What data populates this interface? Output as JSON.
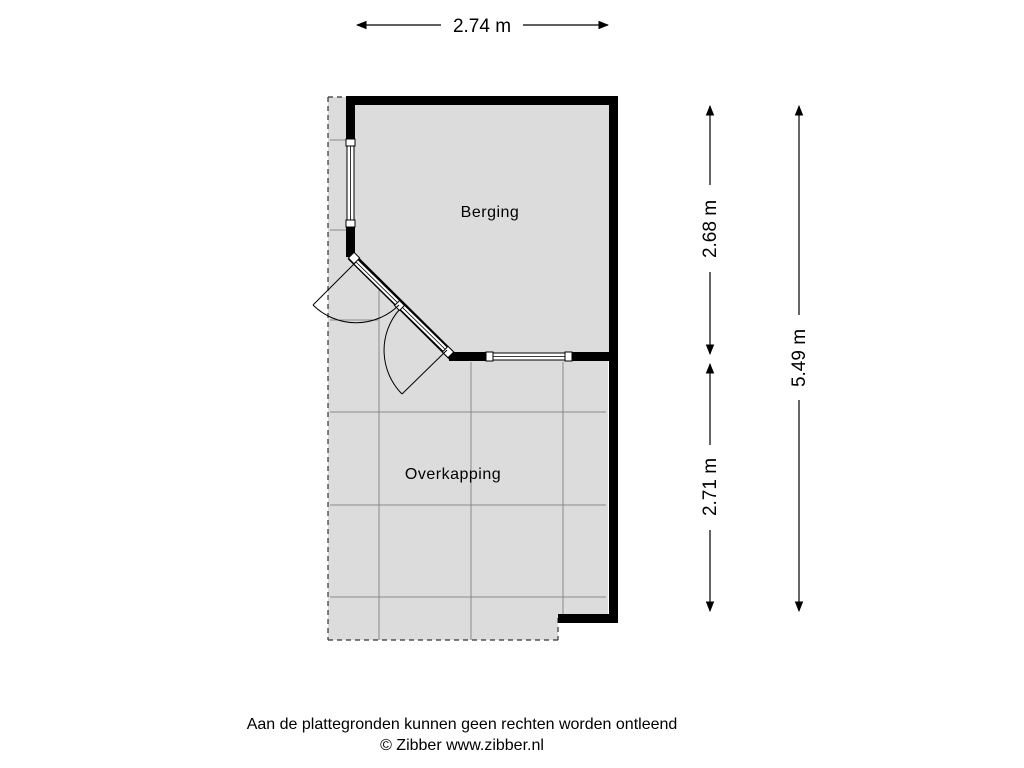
{
  "dimensions": {
    "width_total": "2.74 m",
    "height_berging": "2.68 m",
    "height_overkapping": "2.71 m",
    "height_total": "5.49 m"
  },
  "rooms": {
    "berging": "Berging",
    "overkapping": "Overkapping"
  },
  "footer": {
    "disclaimer": "Aan de plattegronden kunnen geen rechten worden ontleend",
    "copyright": "© Zibber www.zibber.nl"
  },
  "colors": {
    "floor": "#dcdcdc",
    "wall": "#000000",
    "grid": "#8a8a8a"
  }
}
